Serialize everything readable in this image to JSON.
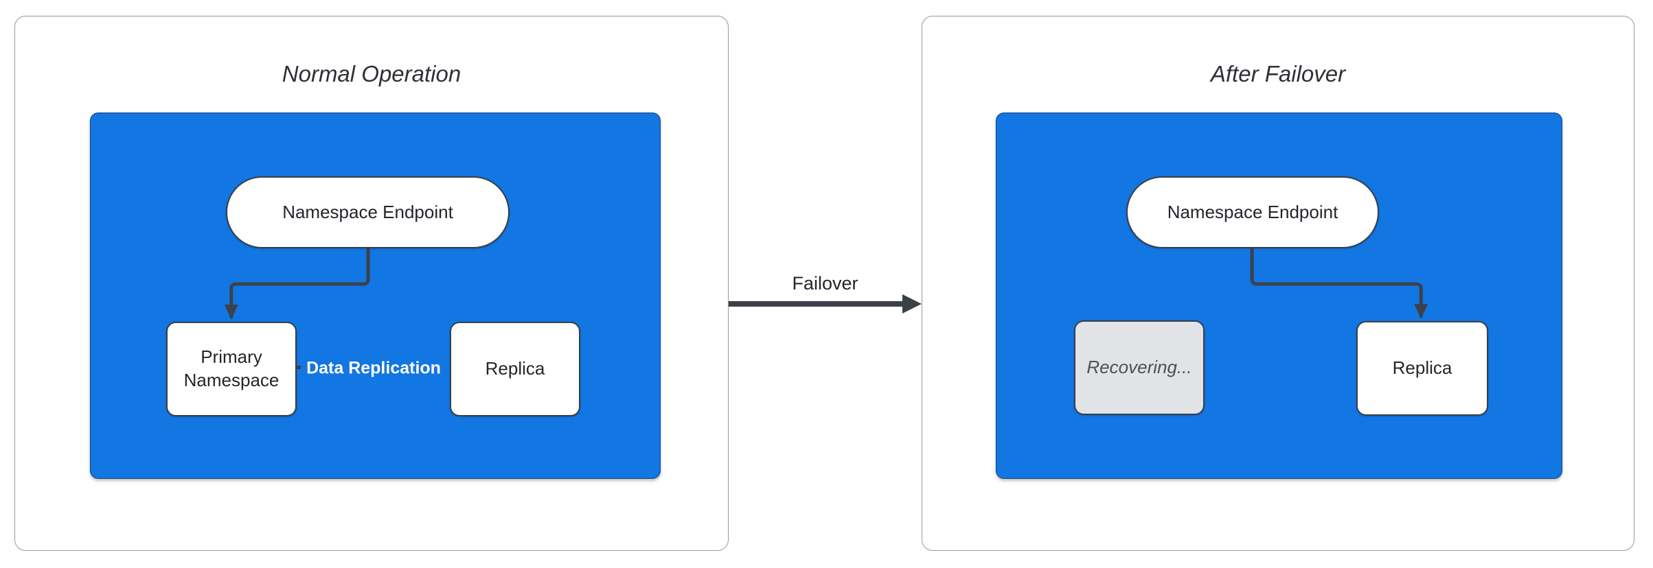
{
  "colors": {
    "blue": "#1276E3",
    "ink": "#22262B",
    "arrow": "#3C4149",
    "panel_border": "#979797",
    "node_border": "#3A3F46",
    "recovering_bg": "#E1E3E6",
    "recovering_text": "#4A5056",
    "title_text": "#2D3136"
  },
  "left_panel": {
    "title": "Normal Operation",
    "endpoint": "Namespace Endpoint",
    "primary": "Primary Namespace",
    "replica": "Replica",
    "replication_label": "Data Replication"
  },
  "failover": {
    "label": "Failover"
  },
  "right_panel": {
    "title": "After Failover",
    "endpoint": "Namespace Endpoint",
    "recovering": "Recovering...",
    "replica": "Replica"
  }
}
